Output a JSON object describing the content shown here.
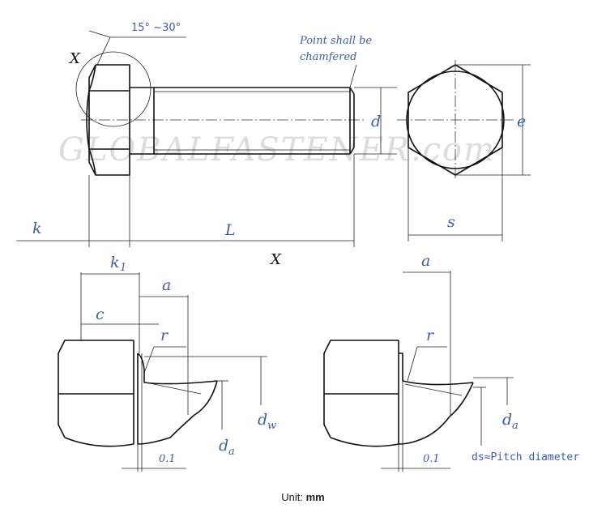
{
  "watermark": "GLOBALFASTENER.com",
  "labels": {
    "angle": "15°  ~30°",
    "x_mark": "X",
    "point_note_line1": "Point shall be",
    "point_note_line2": "chamfered",
    "d": "d",
    "e": "e",
    "s": "s",
    "k": "k",
    "L": "L",
    "detail_x": "X",
    "k1": "k",
    "k1_sub": "1",
    "a_left": "a",
    "c": "c",
    "r_left": "r",
    "dw": "d",
    "dw_sub": "w",
    "da_left": "d",
    "da_left_sub": "a",
    "tol_left": "0.1",
    "a_right": "a",
    "r_right": "r",
    "da_right": "d",
    "da_right_sub": "a",
    "tol_right": "0.1",
    "ds_note": "ds≈Pitch diameter"
  },
  "unit": {
    "prefix": "Unit: ",
    "value": "mm"
  }
}
